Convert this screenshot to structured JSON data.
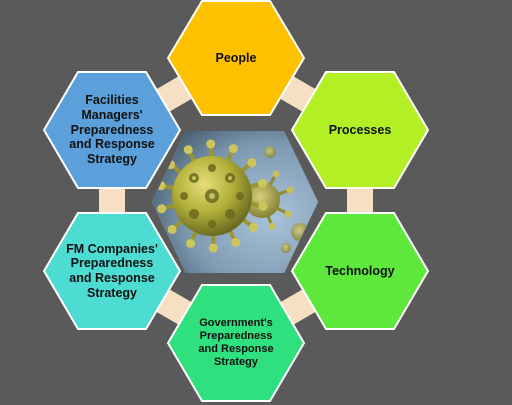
{
  "diagram": {
    "center": {
      "image": "coronavirus-illustration",
      "background_color": "#8aa6bd",
      "virus_color": "#b5b43a"
    },
    "connector_color": "#f7dfc4",
    "nodes": [
      {
        "id": "people",
        "label": "People",
        "color": "#ffc000"
      },
      {
        "id": "processes",
        "label": "Processes",
        "color": "#b2ef25"
      },
      {
        "id": "technology",
        "label": "Technology",
        "color": "#5ee83b"
      },
      {
        "id": "government",
        "label": "Government's\nPreparedness\nand Response\nStrategy",
        "color": "#2ee07e"
      },
      {
        "id": "fm-companies",
        "label": "FM Companies'\nPreparedness\nand Response\nStrategy",
        "color": "#4ddcd2"
      },
      {
        "id": "facilities-managers",
        "label": "Facilities\nManagers'\nPreparedness\nand Response\nStrategy",
        "color": "#5ba0db"
      }
    ]
  }
}
